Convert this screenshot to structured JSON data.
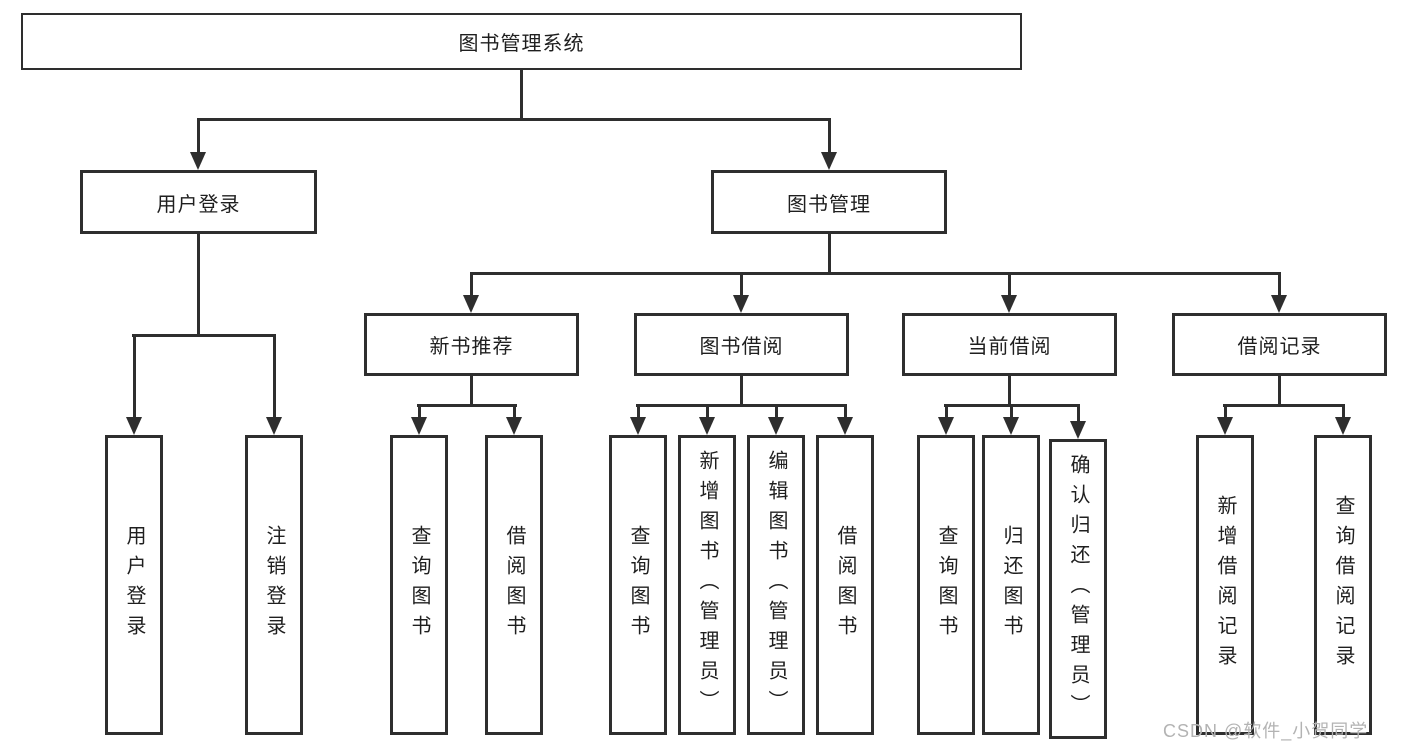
{
  "diagram": {
    "root": {
      "label": "图书管理系统"
    },
    "level2": [
      {
        "label": "用户登录",
        "children": [
          "用户登录",
          "注销登录"
        ]
      },
      {
        "label": "图书管理"
      }
    ],
    "level3": [
      {
        "label": "新书推荐",
        "children": [
          "查询图书",
          "借阅图书"
        ]
      },
      {
        "label": "图书借阅",
        "children": [
          "查询图书",
          "新增图书（管理员）",
          "编辑图书（管理员）",
          "借阅图书"
        ]
      },
      {
        "label": "当前借阅",
        "children": [
          "查询图书",
          "归还图书",
          "确认归还（管理员）"
        ]
      },
      {
        "label": "借阅记录",
        "children": [
          "新增借阅记录",
          "查询借阅记录"
        ]
      }
    ]
  },
  "watermark": {
    "text": "CSDN @软件_小贺同学"
  },
  "colors": {
    "line": "#2e2e2e",
    "box_border": "#2e2e2e",
    "box_fill": "#ffffff",
    "text": "#1f1f1f",
    "watermark": "#b3b3b3"
  }
}
